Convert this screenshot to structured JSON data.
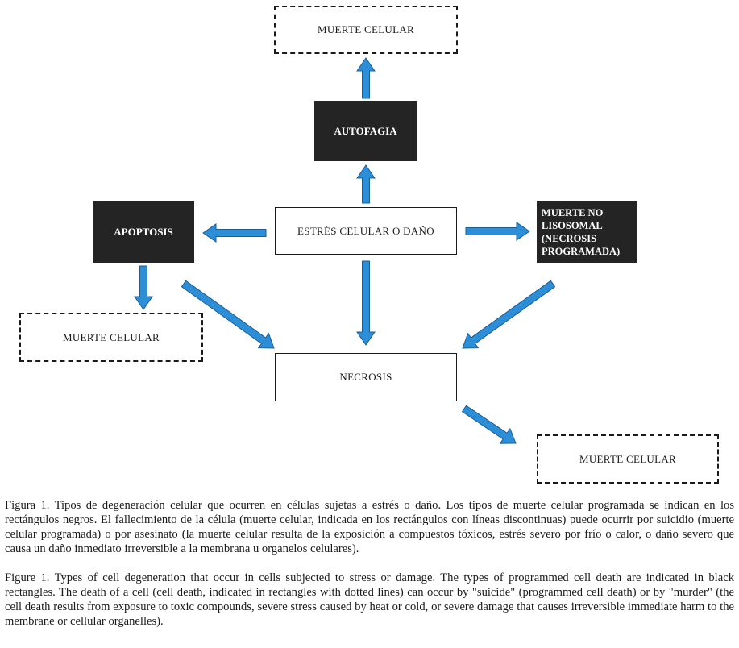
{
  "diagram": {
    "nodes": {
      "death_top": "MUERTE CELULAR",
      "autophagy": "AUTOFAGIA",
      "apoptosis": "APOPTOSIS",
      "stress": "ESTRÉS CELULAR O DAÑO",
      "nonlysosomal": "MUERTE NO LISOSOMAL (NECROSIS PROGRAMADA)",
      "death_left": "MUERTE CELULAR",
      "necrosis": "NECROSIS",
      "death_bottom": "MUERTE CELULAR"
    },
    "colors": {
      "arrow": "#2d8ed8",
      "arrow_outline": "#1b5e94",
      "black_box": "#242424"
    }
  },
  "caption": {
    "spanish": "Figura 1. Tipos de degeneración celular que ocurren en células sujetas a estrés o daño. Los tipos de muerte celular programada se indican en los rectángulos negros. El fallecimiento de la célula (muerte celular, indicada en los rectángulos con líneas discontinuas) puede ocurrir por suicidio (muerte celular programada) o por asesinato (la muerte celular resulta de la exposición a compuestos tóxicos, estrés severo por frío o calor, o daño severo que causa un daño inmediato irreversible a la membrana u organelos celulares).",
    "english": "Figure 1. Types of cell degeneration that occur in cells subjected to stress or damage. The types of programmed cell death are indicated in black rectangles. The death of a cell (cell death, indicated in rectangles with dotted lines) can occur by \"suicide\" (programmed cell death) or by \"murder\" (the cell death results from exposure to toxic compounds, severe stress caused by heat or cold, or severe damage that causes irreversible immediate harm to the membrane or cellular organelles)."
  }
}
